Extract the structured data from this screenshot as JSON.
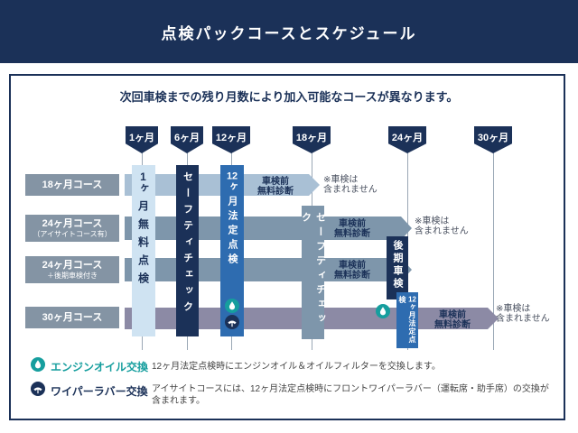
{
  "header": {
    "title": "点検パックコースとスケジュール"
  },
  "intro": {
    "text": "次回車検までの残り月数により加入可能なコースが異なります。"
  },
  "timeline": {
    "markers": [
      {
        "label": "1ヶ月"
      },
      {
        "label": "6ヶ月"
      },
      {
        "label": "12ヶ月"
      },
      {
        "label": "18ヶ月"
      },
      {
        "label": "24ヶ月"
      },
      {
        "label": "30ヶ月"
      }
    ]
  },
  "courses": [
    {
      "label": "18ヶ月コース",
      "sublabel": ""
    },
    {
      "label": "24ヶ月コース",
      "sublabel": "（アイサイトコース有）"
    },
    {
      "label": "24ヶ月コース",
      "sublabel": "＋後期車検付き"
    },
    {
      "label": "30ヶ月コース",
      "sublabel": ""
    }
  ],
  "events": {
    "first_month": {
      "num": "1",
      "rest": "ヶ月無料点検"
    },
    "safety_check_1": "セーフティチェック",
    "legal_12m_1": {
      "num": "12",
      "rest": "ヶ月法定点検"
    },
    "safety_check_2": "セーフティチェック",
    "late_inspection": "後期車検",
    "legal_12m_2": {
      "num": "12",
      "rest": "ヶ月法定点検"
    },
    "pre_inspection": {
      "line1": "車検前",
      "line2": "無料診断"
    },
    "note": {
      "line1": "※車検は",
      "line2": "含まれません"
    }
  },
  "legend": {
    "items": [
      {
        "icon": "engine-oil-icon",
        "title": "エンジンオイル交換",
        "desc": "12ヶ月法定点検時にエンジンオイル＆オイルフィルターを交換します。"
      },
      {
        "icon": "wiper-rubber-icon",
        "title": "ワイパーラバー交換",
        "desc": "アイサイトコースには、12ヶ月法定点検時にフロントワイパーラバー（運転席・助手席）の交換が含まれます。"
      }
    ]
  },
  "colors": {
    "navy": "#1b3158",
    "blue": "#2e6cb0",
    "light_blue": "#cfe3f2",
    "slate": "#7e96ab",
    "steel": "#a9c0d5",
    "mauve": "#8c8aa5",
    "gray_label": "#8494a4",
    "teal": "#169e9e"
  }
}
